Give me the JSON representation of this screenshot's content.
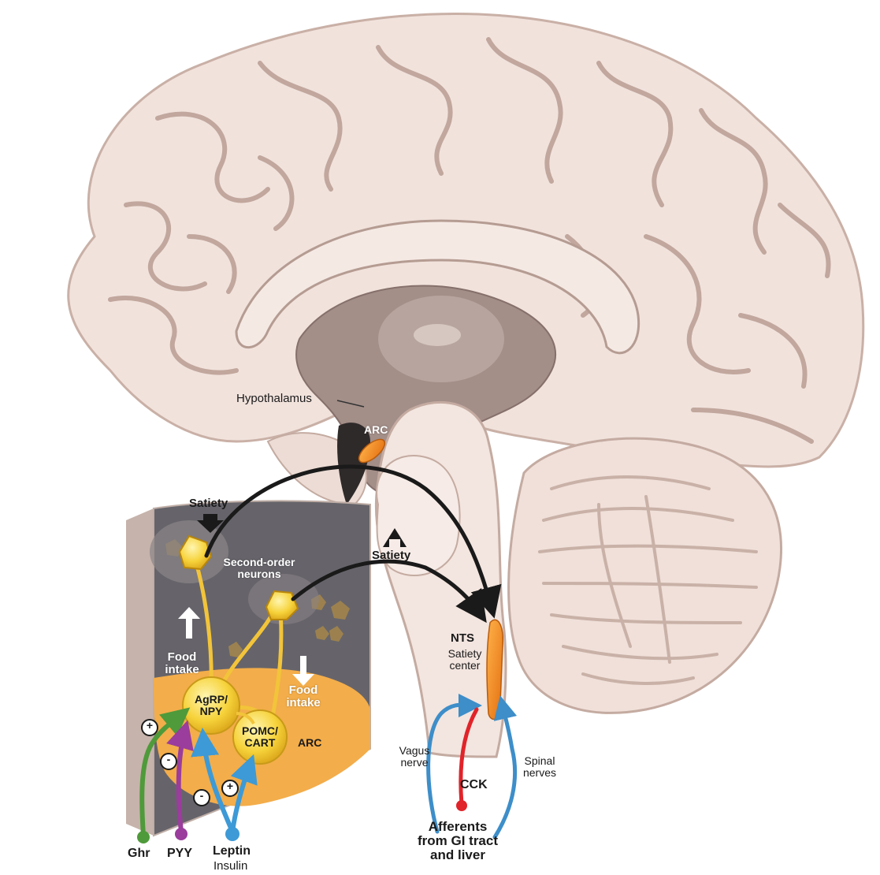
{
  "labels": {
    "hypothalamus": "Hypothalamus",
    "arc_brain": "ARC",
    "satiety_top": "Satiety",
    "satiety_mid": "Satiety",
    "second_order_line1": "Second-order",
    "second_order_line2": "neurons",
    "food_intake_up_line1": "Food",
    "food_intake_up_line2": "intake",
    "food_intake_down_line1": "Food",
    "food_intake_down_line2": "intake",
    "agrp_line1": "AgRP/",
    "agrp_line2": "NPY",
    "pomc_line1": "POMC/",
    "pomc_line2": "CART",
    "arc_inset": "ARC",
    "plus_green": "+",
    "minus_purple": "-",
    "minus_blue": "-",
    "plus_blue": "+",
    "ghr": "Ghr",
    "pyy": "PYY",
    "leptin": "Leptin",
    "insulin": "Insulin",
    "nts": "NTS",
    "satiety_center_line1": "Satiety",
    "satiety_center_line2": "center",
    "vagus_line1": "Vagus",
    "vagus_line2": "nerve",
    "cck": "CCK",
    "spinal_line1": "Spinal",
    "spinal_line2": "nerves",
    "afferents_line1": "Afferents",
    "afferents_line2": "from GI tract",
    "afferents_line3": "and liver"
  },
  "colors": {
    "brain": "#f1e2dc",
    "brain_shadow": "#d9c3ba",
    "sulcus": "#b89d93",
    "ventricle": "#9b8580",
    "arc_nucleus": "#f28a1f",
    "inset_gray": "#6e6c70",
    "inset_orange": "#f6b24f",
    "neuron_yellow": "#f6d23a",
    "ghrelin_green": "#4f9a3a",
    "pyy_purple": "#9a3d9c",
    "leptin_blue": "#3d9ad6",
    "cck_red": "#e0242a",
    "nerve_blue": "#3d8ec9",
    "pathway_black": "#1a1a1a"
  }
}
